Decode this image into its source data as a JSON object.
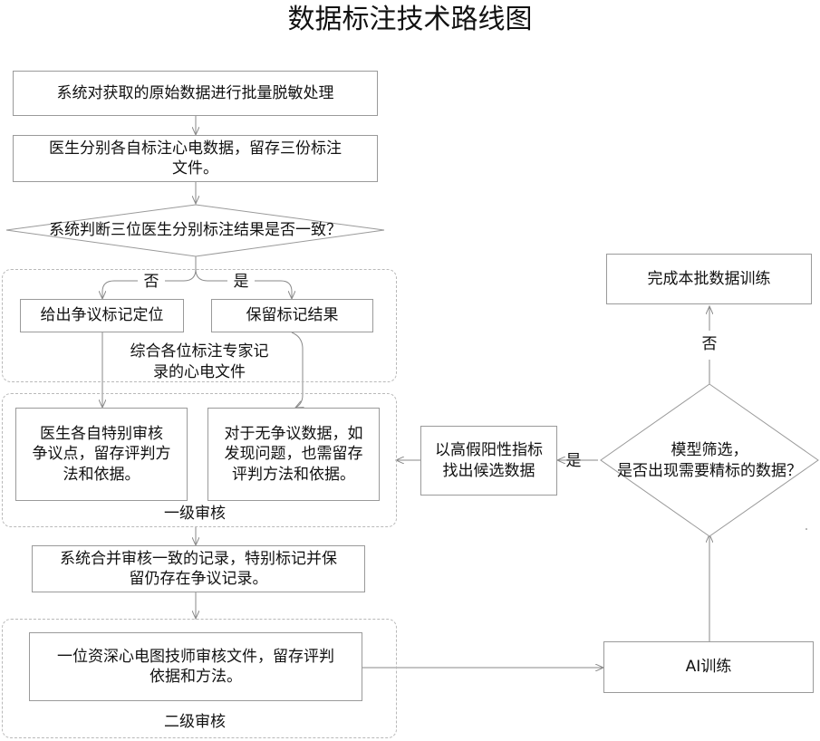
{
  "title": "数据标注技术路线图",
  "nodes": {
    "desensitize": "系统对获取的原始数据进行批量脱敏处理",
    "annotate": "医生分别各自标注心电数据，留存三份标注\n文件。",
    "consistency_check": "系统判断三位医生分别标注结果是否一致？",
    "mark_dispute": "给出争议标记定位",
    "keep_result": "保留标记结果",
    "summary_note": "综合各位标注专家记\n录的心电文件",
    "review_dispute": "医生各自特别审核\n争议点，留存评判方\n法和依据。",
    "review_no_dispute": "对于无争议数据，如\n发现问题，也需留存\n评判方法和依据。",
    "merge": "系统合并审核一致的记录，特别标记并保\n留仍存在争议记录。",
    "senior_review": "一位资深心电图技师审核文件，留存评判\n依据和方法。",
    "ai_training": "AI训练",
    "model_screening": "模型筛选，\n是否出现需要精标的数据？",
    "find_candidates": "以高假阳性指标\n找出候选数据",
    "complete_training": "完成本批数据训练"
  },
  "edge_labels": {
    "no_left": "否",
    "yes_right": "是",
    "yes_screen": "是",
    "no_screen": "否"
  },
  "regions": {
    "level1": "一级审核",
    "level2": "二级审核"
  }
}
